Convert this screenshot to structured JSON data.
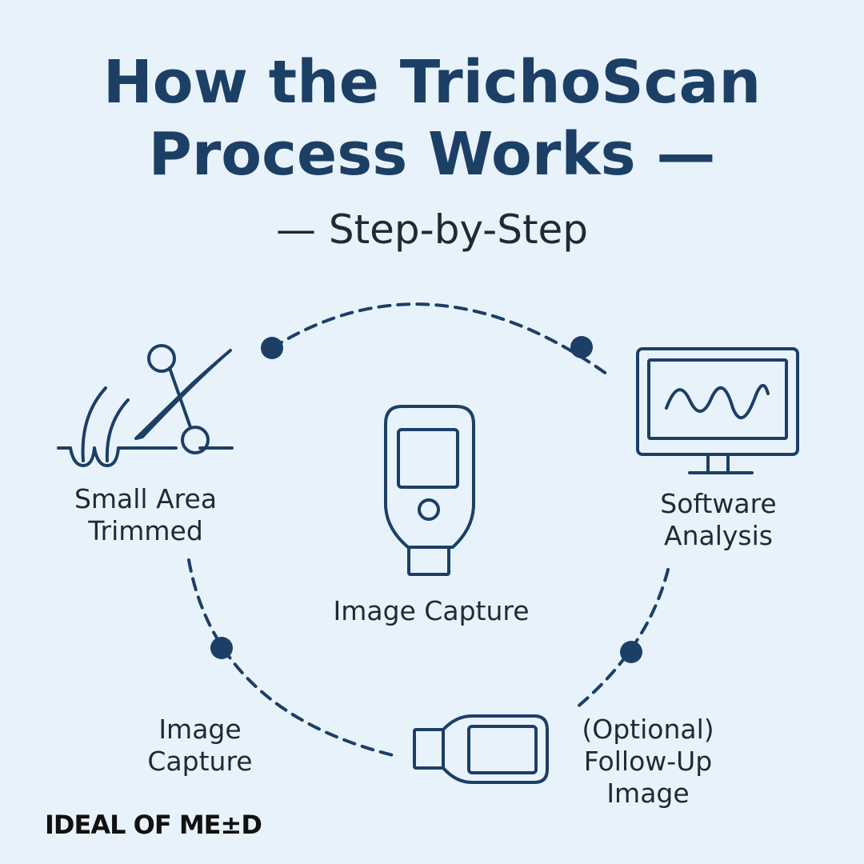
{
  "title": {
    "line1": "How the TrichoScan",
    "line2": "Process Works",
    "line2_dash": "—"
  },
  "subtitle": "— Step-by-Step",
  "steps": {
    "trim": {
      "line1": "Small Area",
      "line2": "Trimmed",
      "icon": "scissors-hair-icon"
    },
    "center_capture": {
      "label": "Image Capture",
      "icon": "handheld-scanner-icon"
    },
    "software": {
      "line1": "Software",
      "line2": "Analysis",
      "icon": "monitor-wave-icon"
    },
    "capture": {
      "line1": "Image",
      "line2": "Capture"
    },
    "followup": {
      "line1": "(Optional)",
      "line2": "Follow-Up",
      "line3": "Image",
      "icon": "scanner-side-icon"
    }
  },
  "logo": "IDEAL OF ME±D",
  "colors": {
    "primary": "#1c3f66",
    "background": "#e8f2fb",
    "text": "#1f2a38"
  }
}
